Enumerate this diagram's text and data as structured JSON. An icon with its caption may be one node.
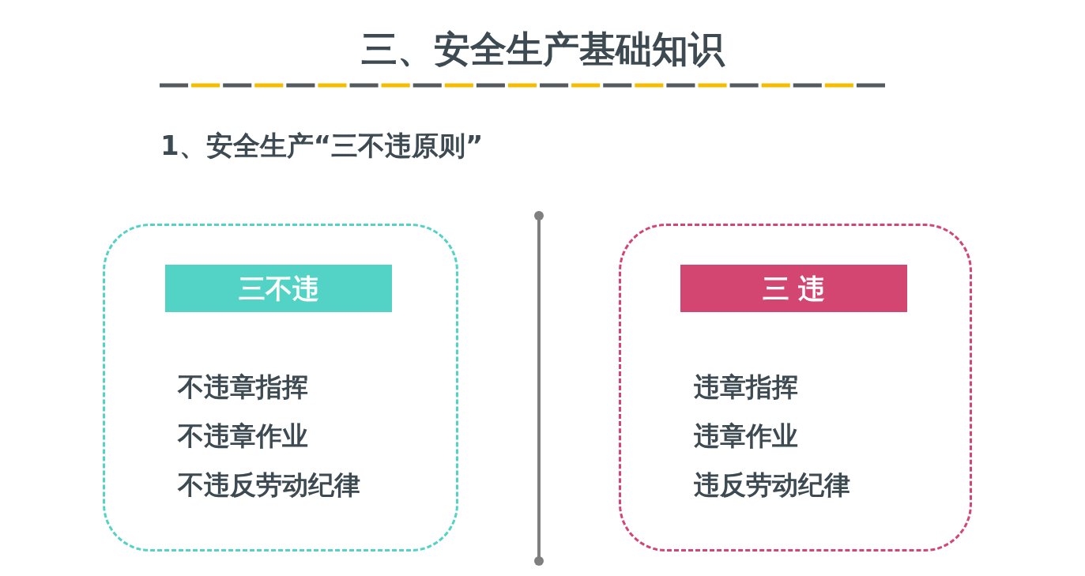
{
  "diagram": {
    "title": "三、安全生产基础知识",
    "nodes": [
      {
        "text": [
          "不违章指挥",
          "不违章作业",
          "不违反劳动纪律"
        ]
      },
      {
        "text": [
          "三不违"
        ],
        "in": 0
      },
      {
        "text": [
          "违章指挥",
          "违章作业",
          "违反劳动纪律"
        ]
      },
      {
        "text": [
          "三 违"
        ],
        "in": 2
      }
    ],
    "labels": [
      "1、安全生产“三不违原则”"
    ]
  }
}
